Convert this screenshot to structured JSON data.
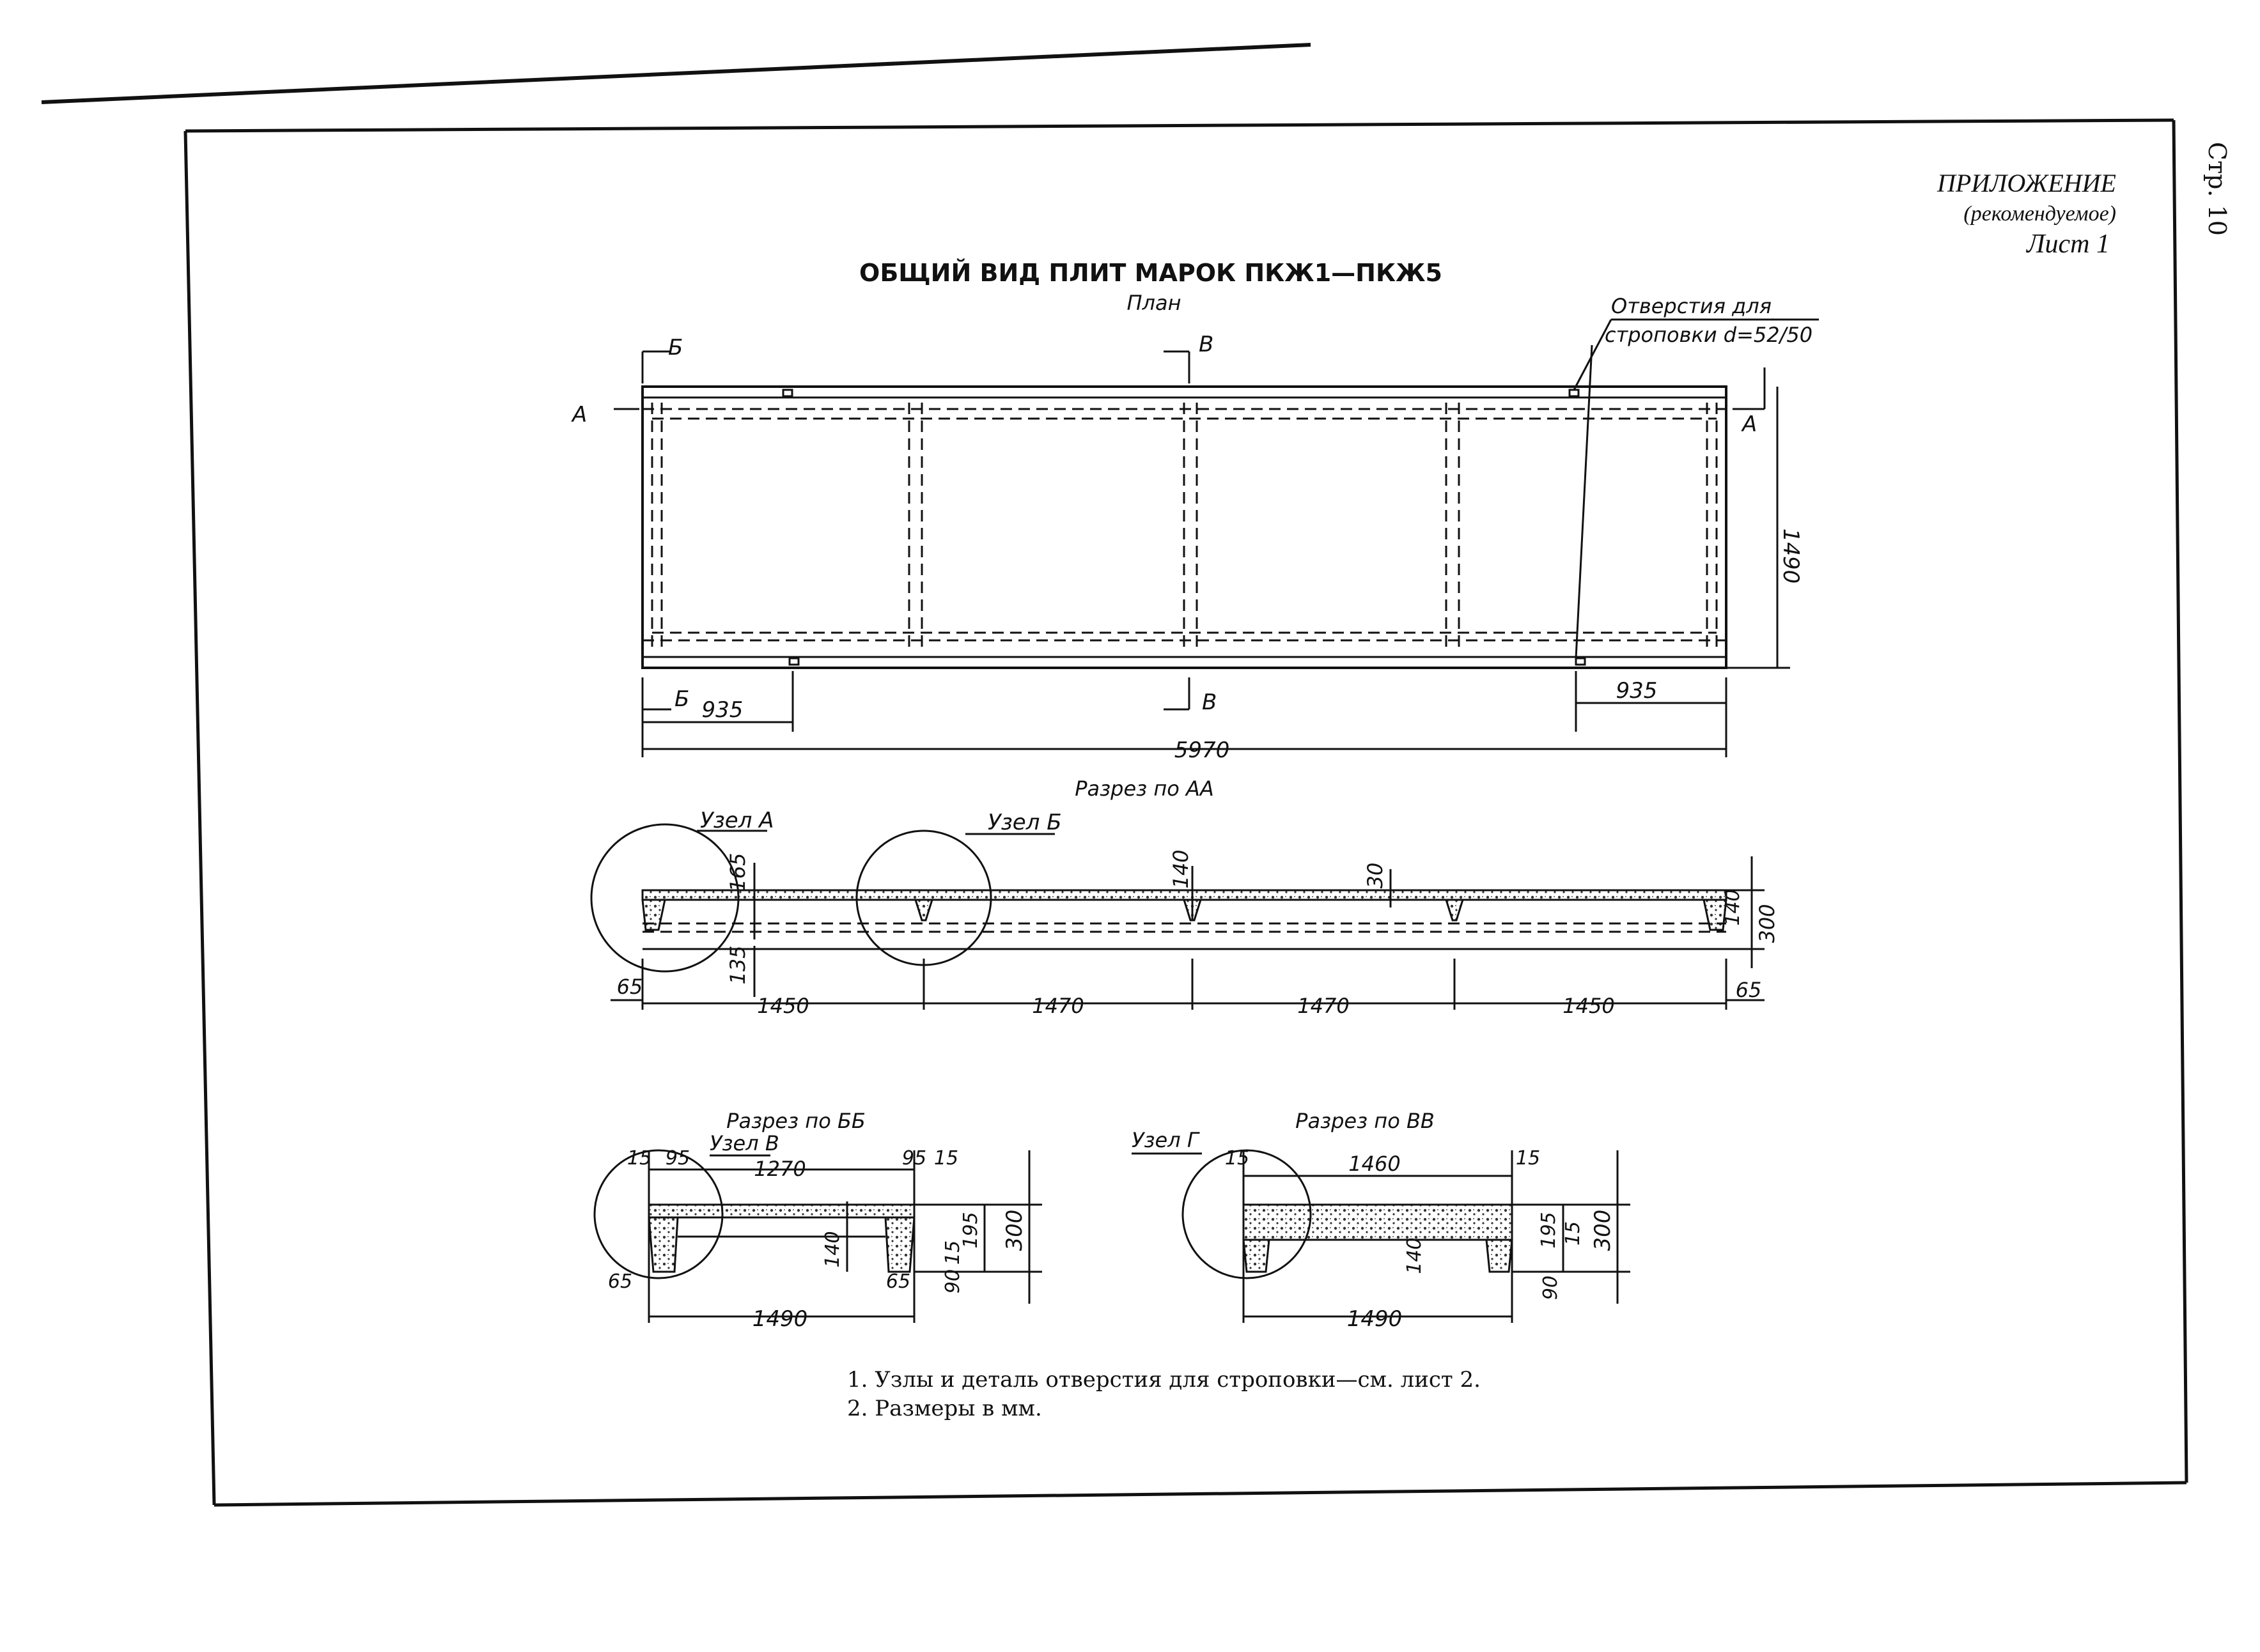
{
  "page_number": "Стр. 10",
  "appendix": {
    "title": "ПРИЛОЖЕНИЕ",
    "subtitle": "(рекомендуемое)",
    "sheet": "Лист 1"
  },
  "drawing_title": "ОБЩИЙ ВИД ПЛИТ МАРОК ПКЖ1—ПКЖ5",
  "plan": {
    "label": "План",
    "hole_note_line1": "Отверстия для",
    "hole_note_line2": "строповки d=52/50",
    "cut_a": "А",
    "cut_b": "Б",
    "cut_v": "В",
    "dim_height": "1490",
    "dim_left": "935",
    "dim_right": "935",
    "dim_total": "5970"
  },
  "section_aa": {
    "title": "Разрез по АА",
    "node_a": "Узел А",
    "node_b": "Узел Б",
    "dims": {
      "d165": "165",
      "d135": "135",
      "d140_rib": "140",
      "d30": "30",
      "d140_end": "140",
      "d300": "300",
      "d65_left": "65",
      "d65_right": "65",
      "span1": "1450",
      "span2": "1470",
      "span3": "1470",
      "span4": "1450"
    }
  },
  "section_bb": {
    "title": "Разрез по ББ",
    "node_v": "Узел В",
    "dims": {
      "d15_l": "15",
      "d95_l": "95",
      "d1270": "1270",
      "d95_r": "95",
      "d15_r": "15",
      "d195": "195",
      "d140": "140",
      "d90": "90",
      "d15_v": "15",
      "d300": "300",
      "d65_l": "65",
      "d65_r": "65",
      "d1490": "1490"
    }
  },
  "section_vv": {
    "title": "Разрез по ВВ",
    "node_g": "Узел Г",
    "dims": {
      "d15_l": "15",
      "d1460": "1460",
      "d15_r": "15",
      "d195": "195",
      "d15_v": "15",
      "d140": "140",
      "d90": "90",
      "d300": "300",
      "d1490": "1490"
    }
  },
  "notes": [
    "1. Узлы и деталь отверстия для строповки—см. лист 2.",
    "2. Размеры в мм."
  ]
}
